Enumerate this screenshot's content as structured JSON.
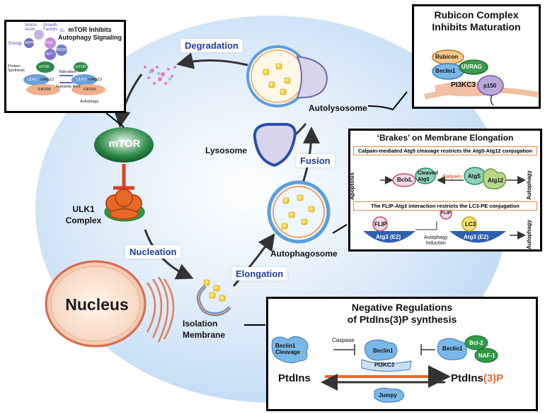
{
  "colors": {
    "background_disc": "#bcd9f3",
    "mtor_green": "#2e8b4a",
    "ulk_orange": "#e8682a",
    "stage_blue": "#1f3f9c",
    "inhibit_red": "#e04020"
  },
  "main": {
    "degradation": "Degradation",
    "mtor": "mTOR",
    "ulk1_complex": "ULK1\nComplex",
    "nucleation": "Nucleation",
    "nucleus": "Nucleus",
    "isolation_membrane": "Isolation\nMembrane",
    "elongation": "Elongation",
    "autophagosome": "Autophagosome",
    "fusion": "Fusion",
    "lysosome": "Lysosome",
    "autolysosome": "Autolysosome"
  },
  "inset_mtor": {
    "title": "mTOR Inhibits\nAutophagy Signaling",
    "amino_acids": "Amino\nAcids",
    "growth_factors": "Growth\nFactors",
    "o2": "O₂",
    "energy": "Energy",
    "ampk": "AMPK",
    "pi3k": "PI3K",
    "akt": "AKT",
    "redd1": "REDD1",
    "mtor": "mTOR",
    "protein_synthesis": "Protein\nSynthesis",
    "starvation": "Starvation",
    "nutrients_rich": "Nutrients Rich",
    "ulk1": "ULK1",
    "matg13": "mAtg13",
    "fip200": "FIP200",
    "autophagy": "Autophagy"
  },
  "inset_rubicon": {
    "title": "Rubicon Complex\nInhibits Maturation",
    "rubicon": "Rubicon",
    "uvrag": "UVRAG",
    "beclin1": "Beclin1",
    "pi3kc3": "PI3KC3",
    "p150": "p150"
  },
  "inset_brakes": {
    "title": "‘Brakes’ on Membrane Elongation",
    "sub1": "Calpain-mediated Atg5 cleavage restricts the Atg5-Atg12 conjugation",
    "apoptosis": "Apoptosis",
    "bclxl": "BclxL",
    "cleaved_atg5": "Cleaved\nAtg5",
    "calpain": "Calpain",
    "atg5": "Atg5",
    "atg12": "Atg12",
    "autophagy": "Autophagy",
    "sub2": "The FLIP-Atg3 interaction restricts the LC3-PE conjugation",
    "flip": "FLIP",
    "atg3": "Atg3 (E2)",
    "autophagy_induction": "Autophagy\nInduction",
    "lc3": "LC3"
  },
  "inset_ptdins": {
    "title": "Negative Regulations\nof PtdIns(3)P synthesis",
    "beclin1_cleavage": "Beclin1\nCleavage",
    "caspase": "Caspase",
    "beclin1": "Beclin1",
    "pi3kc3": "PI3KC3",
    "bcl2": "Bcl-2",
    "naf1": "NAF-1",
    "ptdins": "PtdIns",
    "ptdins3p_prefix": "PtdIns",
    "ptdins3p_suffix": "(3)P",
    "jumpy": "Jumpy"
  }
}
